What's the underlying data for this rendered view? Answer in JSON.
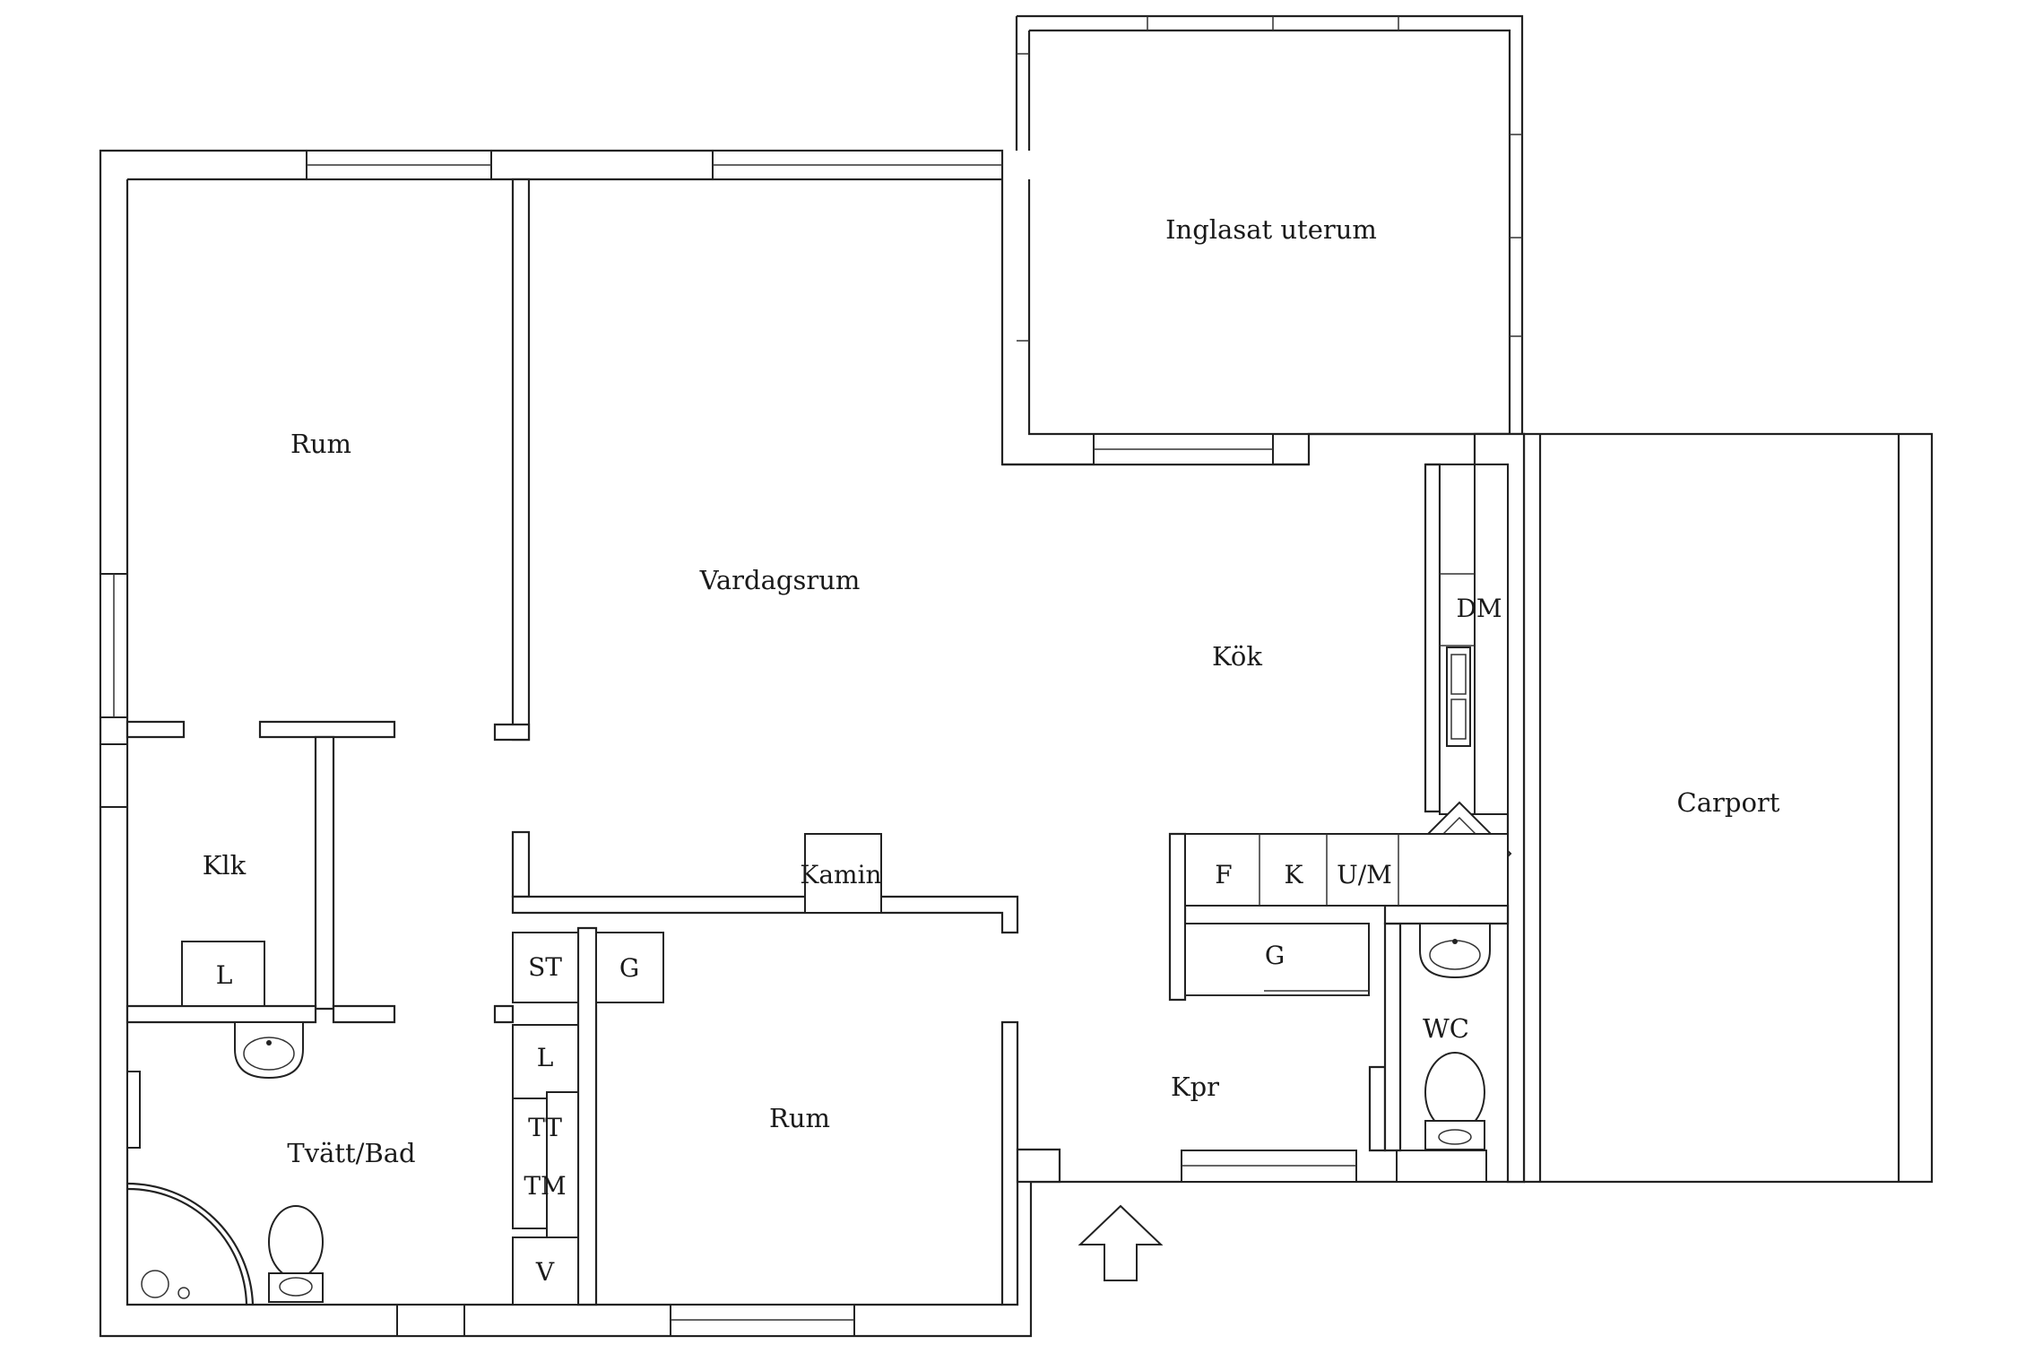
{
  "rooms": {
    "rum_top": "Rum",
    "vardagsrum": "Vardagsrum",
    "inglasat": "Inglasat uterum",
    "kok": "Kök",
    "carport": "Carport",
    "klk": "Klk",
    "tvatt_bad": "Tvätt/Bad",
    "rum_bottom": "Rum",
    "kpr": "Kpr",
    "wc": "WC"
  },
  "fixtures": {
    "dm": "DM",
    "kamin": "Kamin",
    "f": "F",
    "k": "K",
    "um": "U/M",
    "g_kitchen": "G",
    "g_rum": "G",
    "st": "ST",
    "l_klk": "L",
    "l_bath": "L",
    "tt": "TT",
    "tm": "TM",
    "v": "V"
  },
  "colors": {
    "line": "#222222",
    "background": "#ffffff"
  }
}
